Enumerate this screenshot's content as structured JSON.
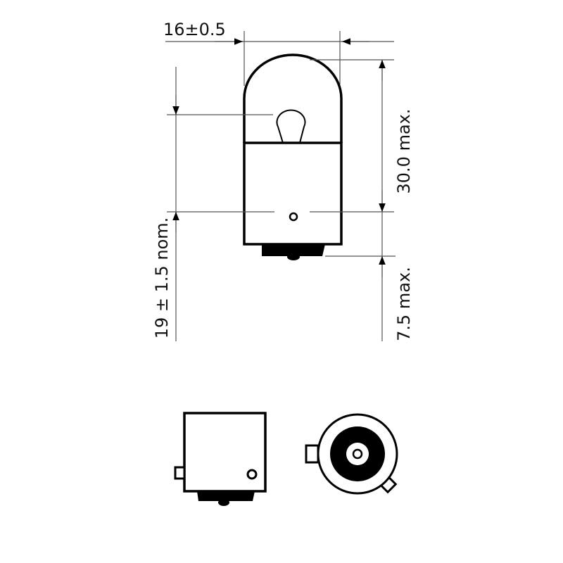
{
  "dimensions": {
    "width": "16±0.5",
    "height": "30.0 max.",
    "base": "7.5 max.",
    "light_center": "19 ± 1.5 nom."
  }
}
